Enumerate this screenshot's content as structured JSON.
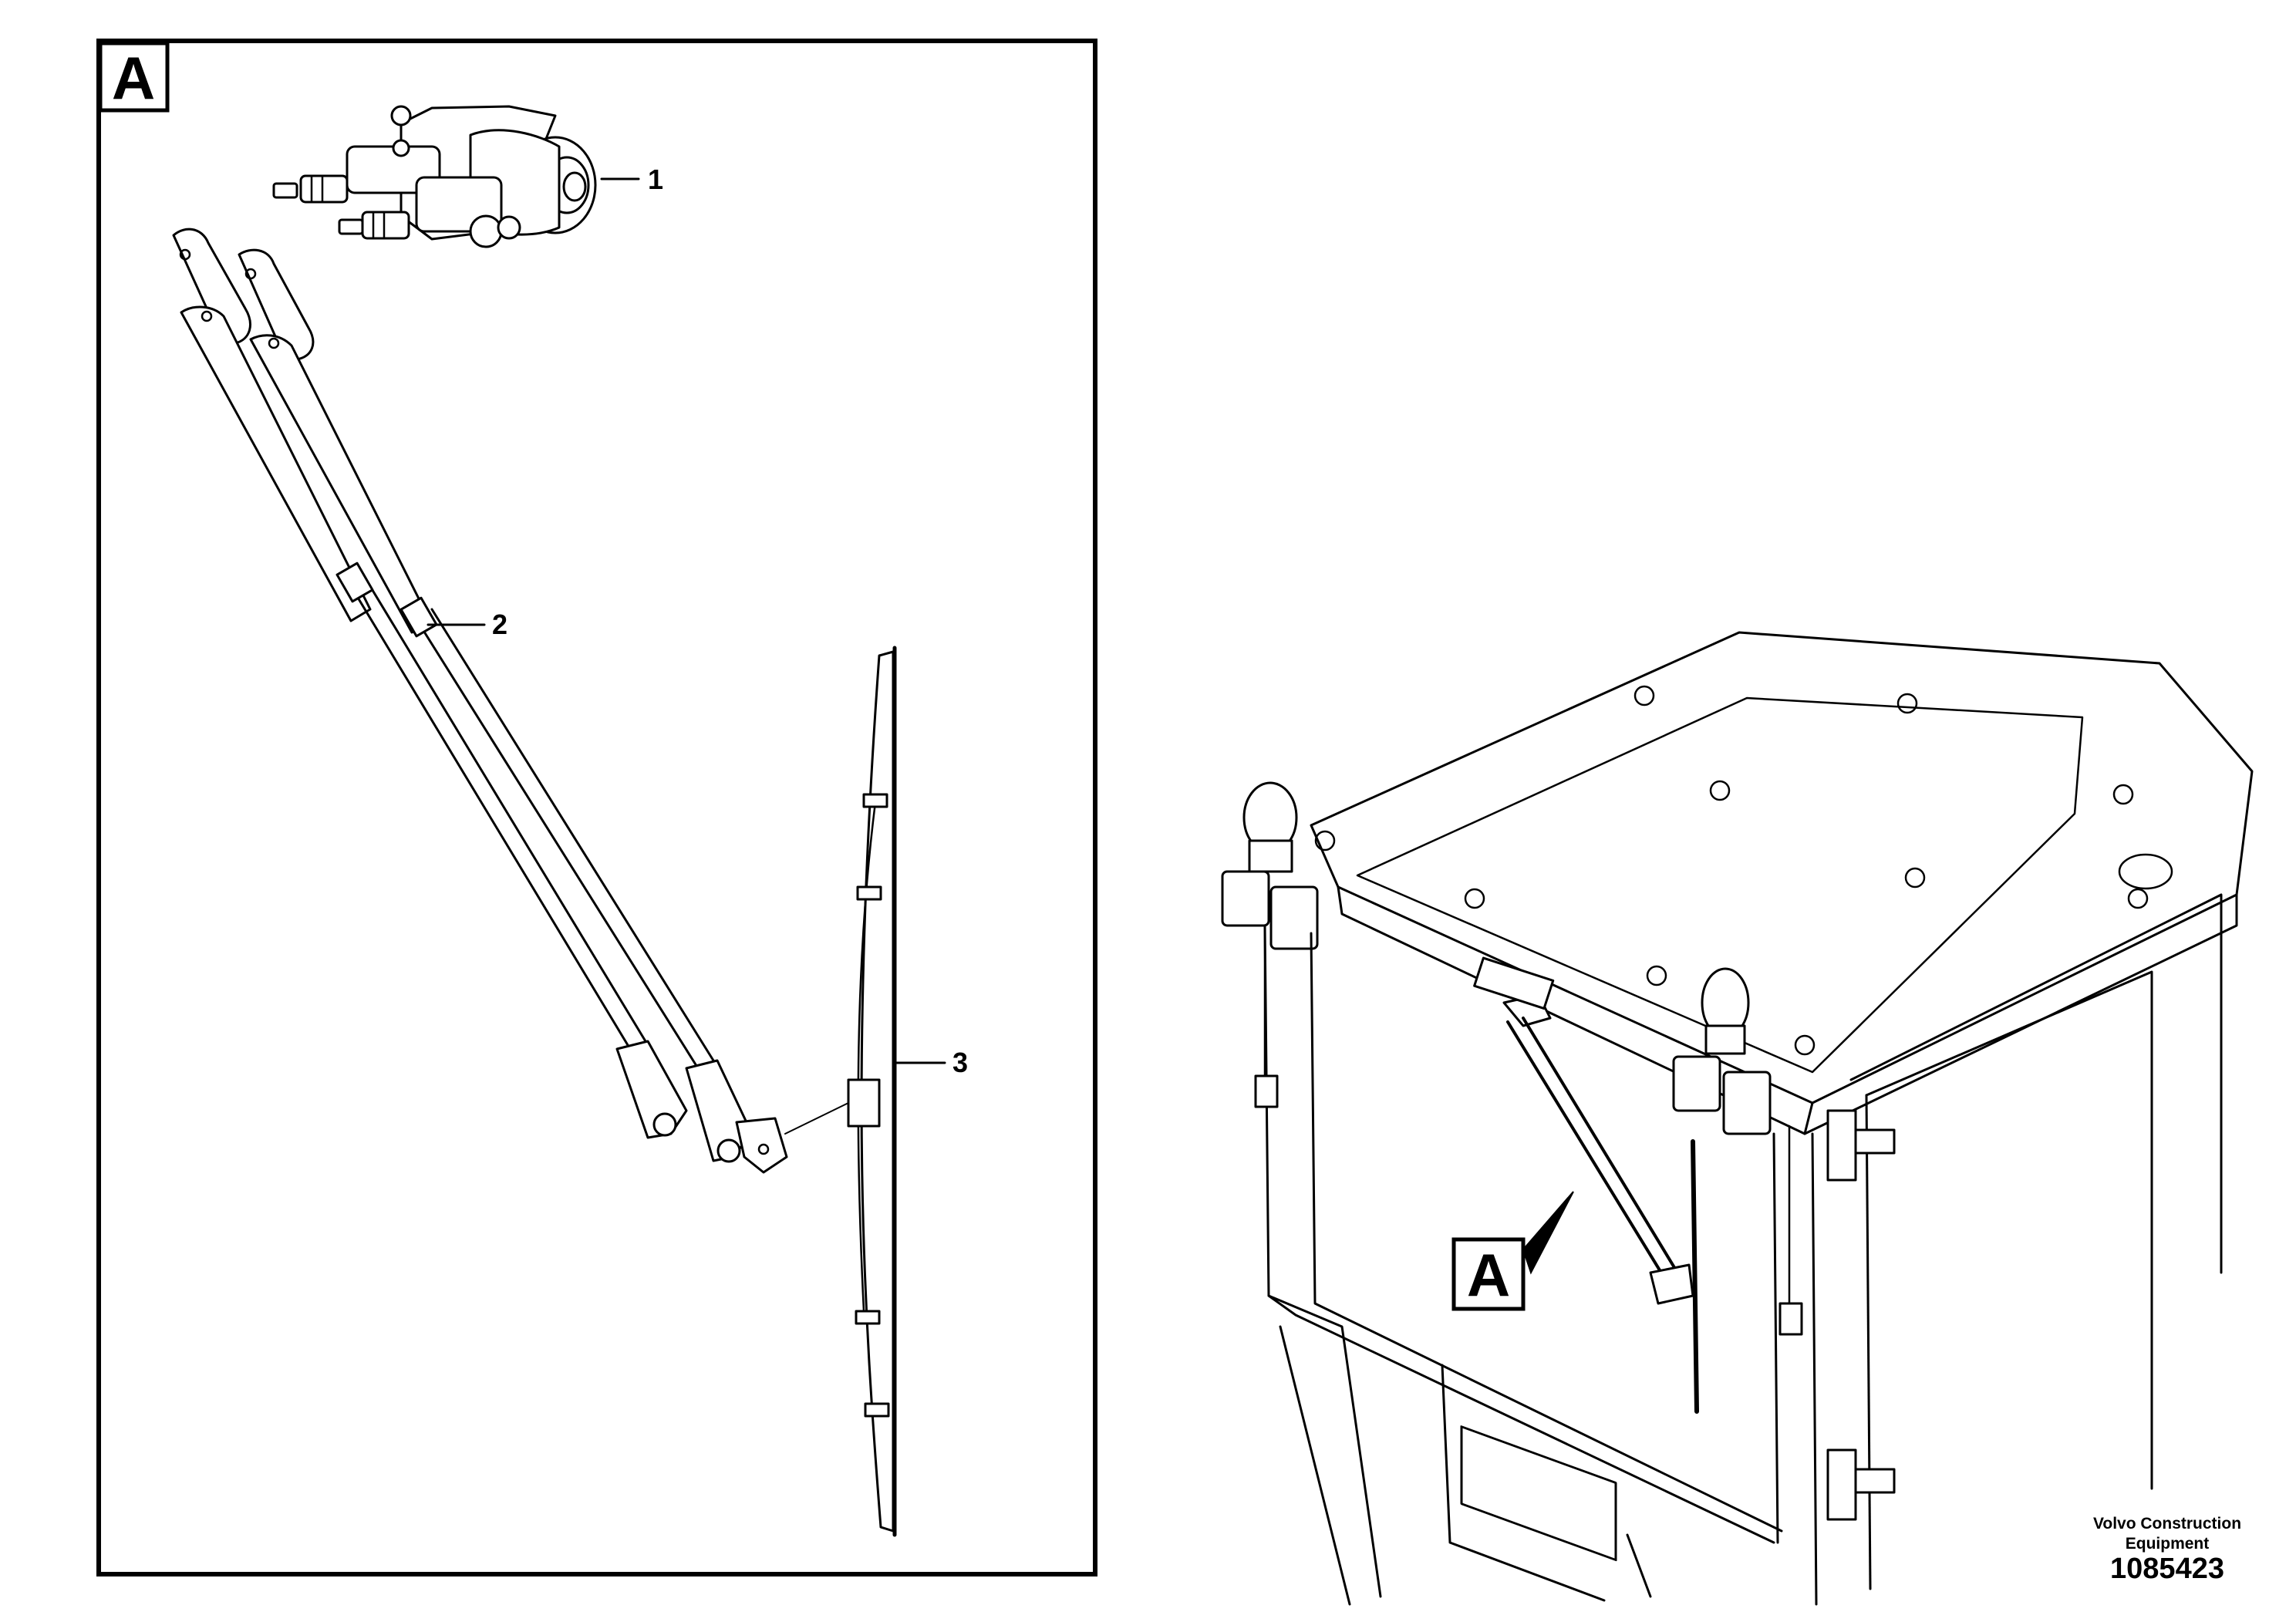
{
  "detail": {
    "view_label": "A"
  },
  "overview": {
    "view_label": "A"
  },
  "callouts": [
    {
      "id": "1",
      "part": "wiper-motor"
    },
    {
      "id": "2",
      "part": "wiper-arm"
    },
    {
      "id": "3",
      "part": "wiper-blade"
    }
  ],
  "footer": {
    "brand_line1": "Volvo Construction",
    "brand_line2": "Equipment",
    "ref_number": "1085423"
  }
}
